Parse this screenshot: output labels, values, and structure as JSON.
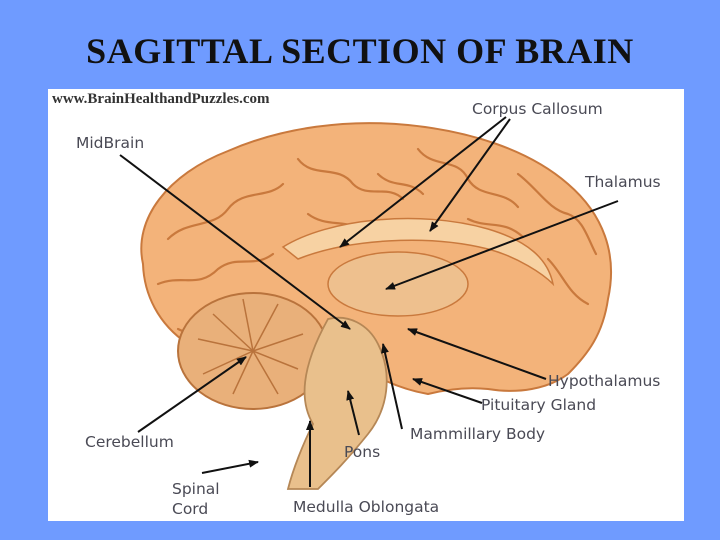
{
  "slide": {
    "title": "SAGITTAL SECTION OF BRAIN"
  },
  "figure": {
    "watermark": "www.BrainHealthandPuzzles.com",
    "labels": {
      "corpus_callosum": "Corpus Callosum",
      "midbrain": "MidBrain",
      "thalamus": "Thalamus",
      "hypothalamus": "Hypothalamus",
      "pituitary_gland": "Pituitary Gland",
      "mammillary_body": "Mammillary Body",
      "pons": "Pons",
      "cerebellum": "Cerebellum",
      "spinal_cord_line1": "Spinal",
      "spinal_cord_line2": "Cord",
      "medulla_oblongata": "Medulla Oblongata"
    }
  },
  "colors": {
    "background": "#6f9bff",
    "figure_background": "#ffffff",
    "cortex": "#f3b37a",
    "cortex_shadow": "#d98a4c",
    "brainstem": "#e9c08c",
    "arrow": "#111111"
  }
}
